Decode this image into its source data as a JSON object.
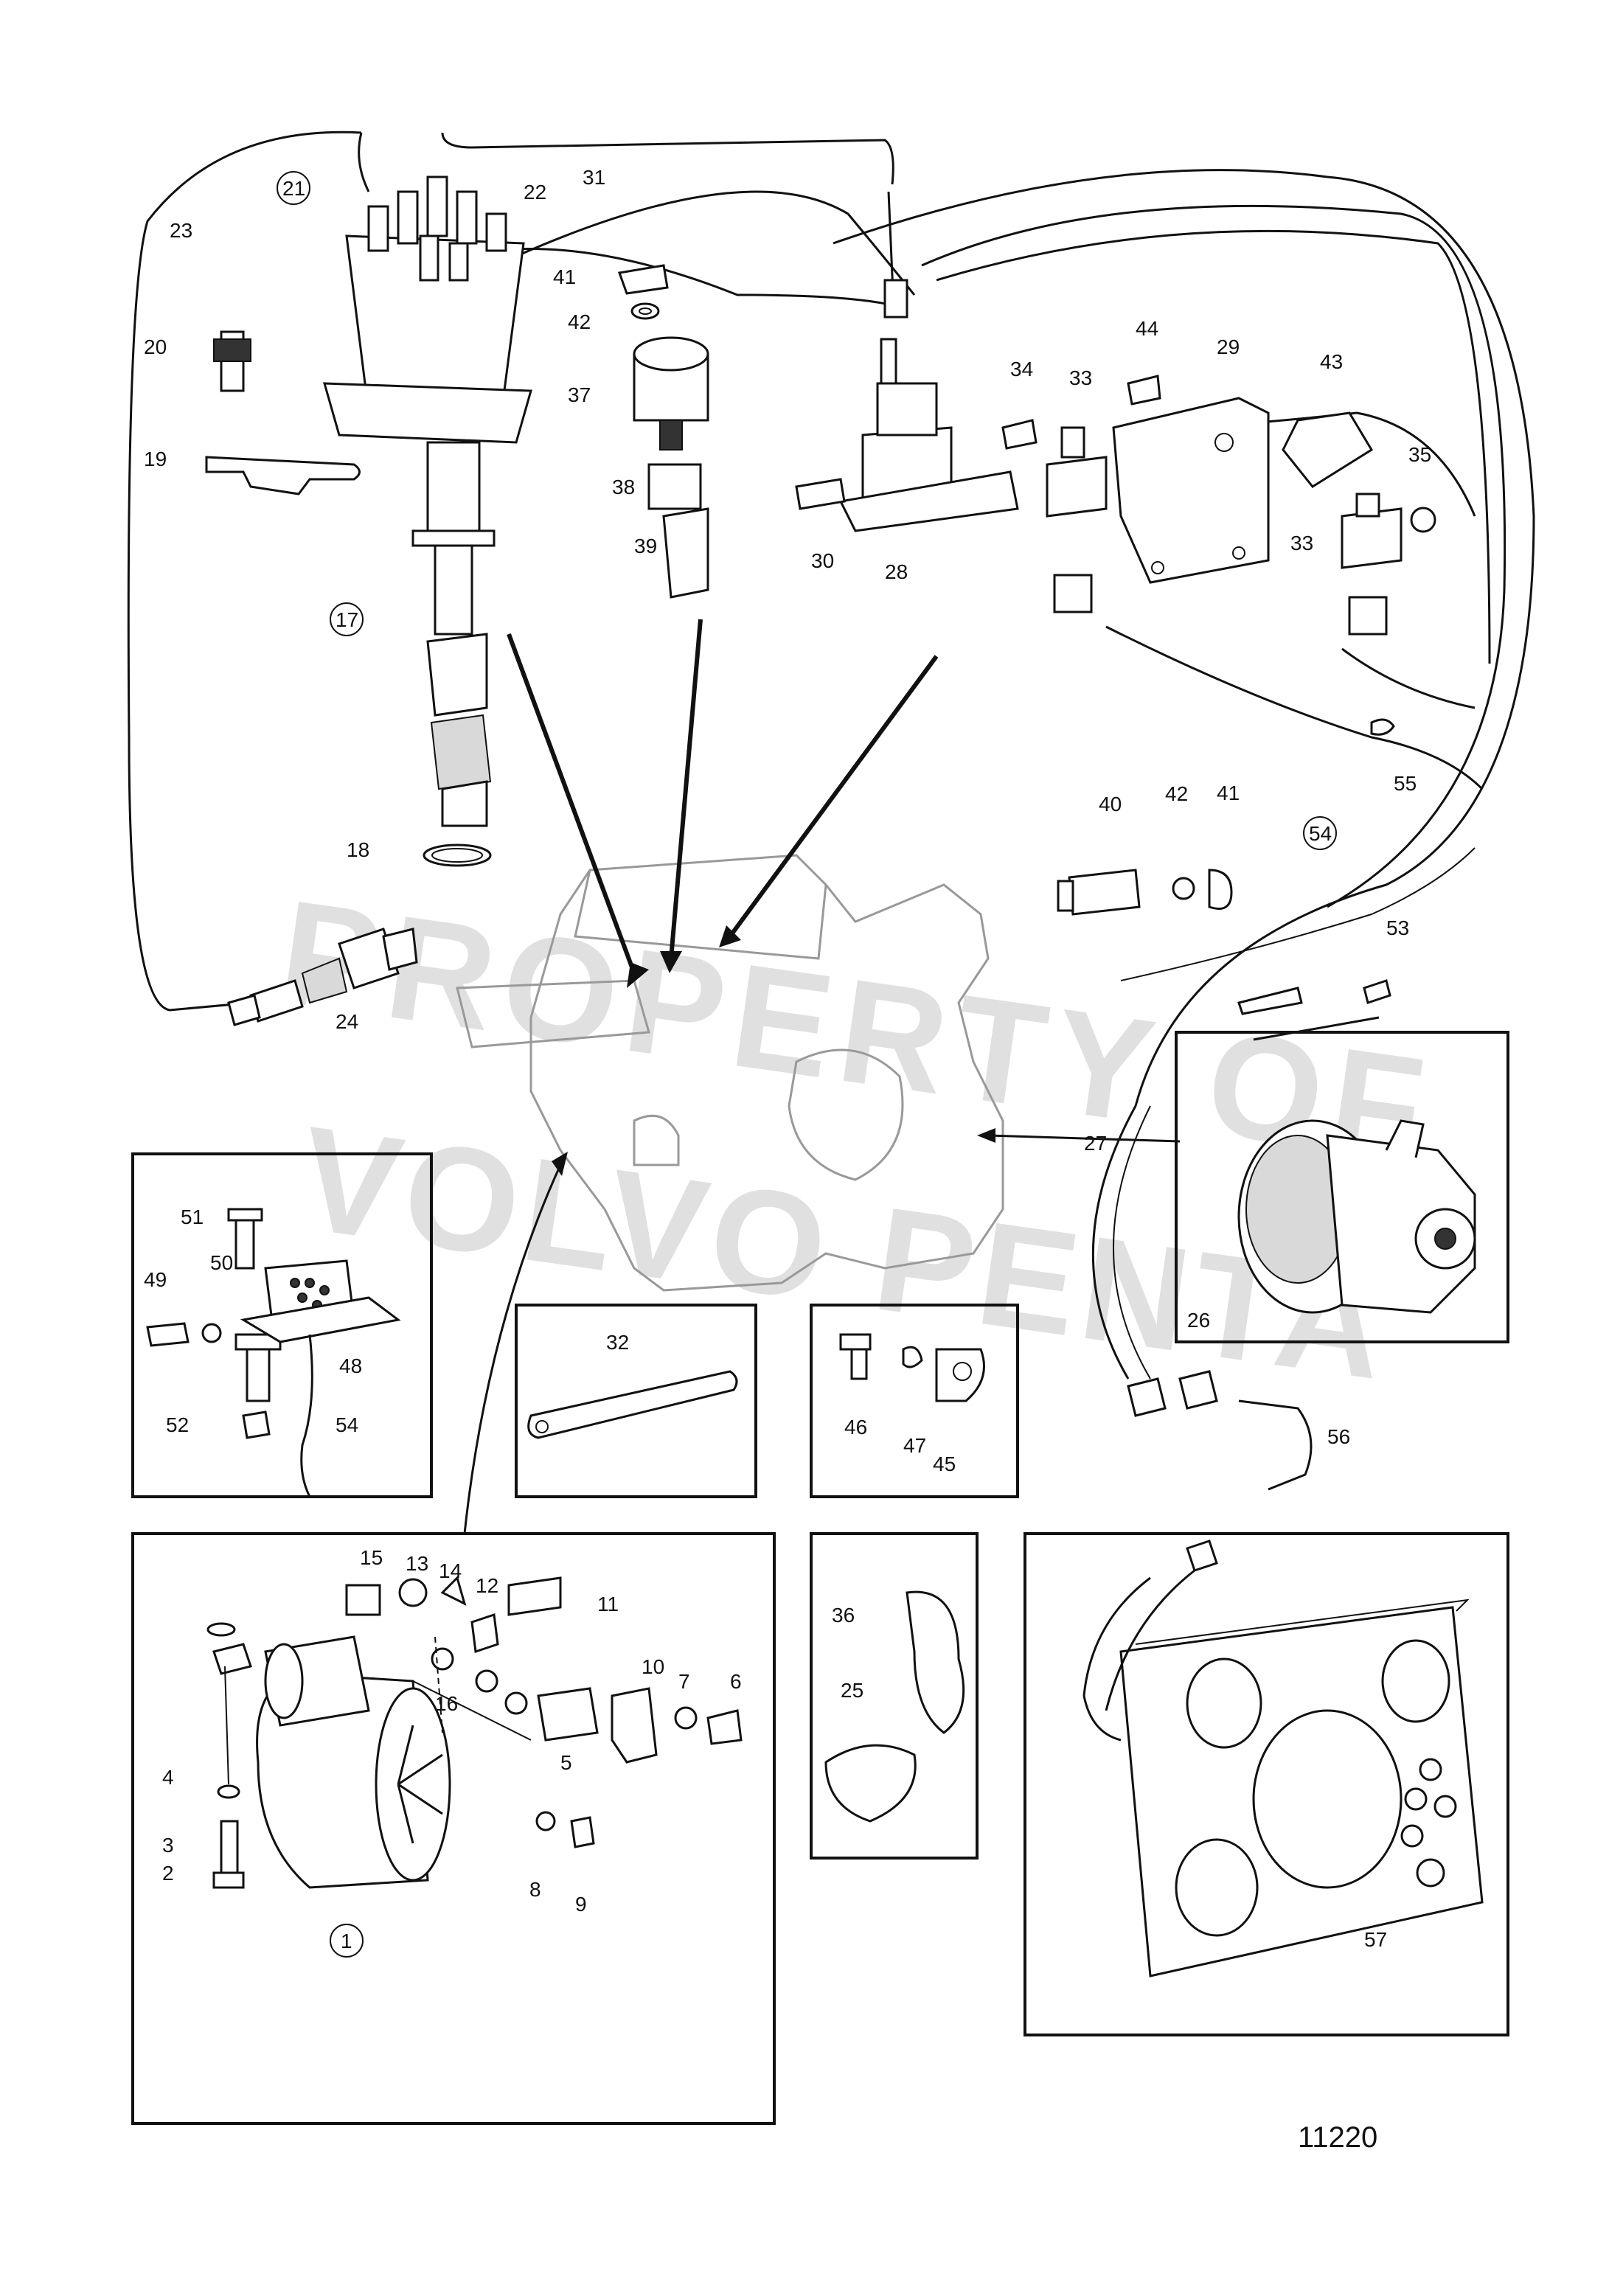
{
  "watermark": {
    "line1": "PROPERTY OF",
    "line2": "VOLVO PENTA"
  },
  "drawing_number": "11220",
  "circled_labels": [
    "21",
    "17",
    "54",
    "1"
  ],
  "part_labels": {
    "p1": "1",
    "p2": "2",
    "p3": "3",
    "p4": "4",
    "p5": "5",
    "p6": "6",
    "p7": "7",
    "p8": "8",
    "p9": "9",
    "p10": "10",
    "p11": "11",
    "p12": "12",
    "p13": "13",
    "p14": "14",
    "p15": "15",
    "p16": "16",
    "p17": "17",
    "p18": "18",
    "p19": "19",
    "p20": "20",
    "p21": "21",
    "p22": "22",
    "p23": "23",
    "p24": "24",
    "p25": "25",
    "p26": "26",
    "p27": "27",
    "p28": "28",
    "p29": "29",
    "p30": "30",
    "p31": "31",
    "p32": "32",
    "p33a": "33",
    "p33b": "33",
    "p34": "34",
    "p35": "35",
    "p36": "36",
    "p37": "37",
    "p38": "38",
    "p39": "39",
    "p40": "40",
    "p41a": "41",
    "p41b": "41",
    "p42a": "42",
    "p42b": "42",
    "p43": "43",
    "p44": "44",
    "p45": "45",
    "p46": "46",
    "p47": "47",
    "p48": "48",
    "p49": "49",
    "p50": "50",
    "p51": "51",
    "p52": "52",
    "p53": "53",
    "p54a": "54",
    "p54b": "54",
    "p55": "55",
    "p56": "56",
    "p57": "57"
  }
}
